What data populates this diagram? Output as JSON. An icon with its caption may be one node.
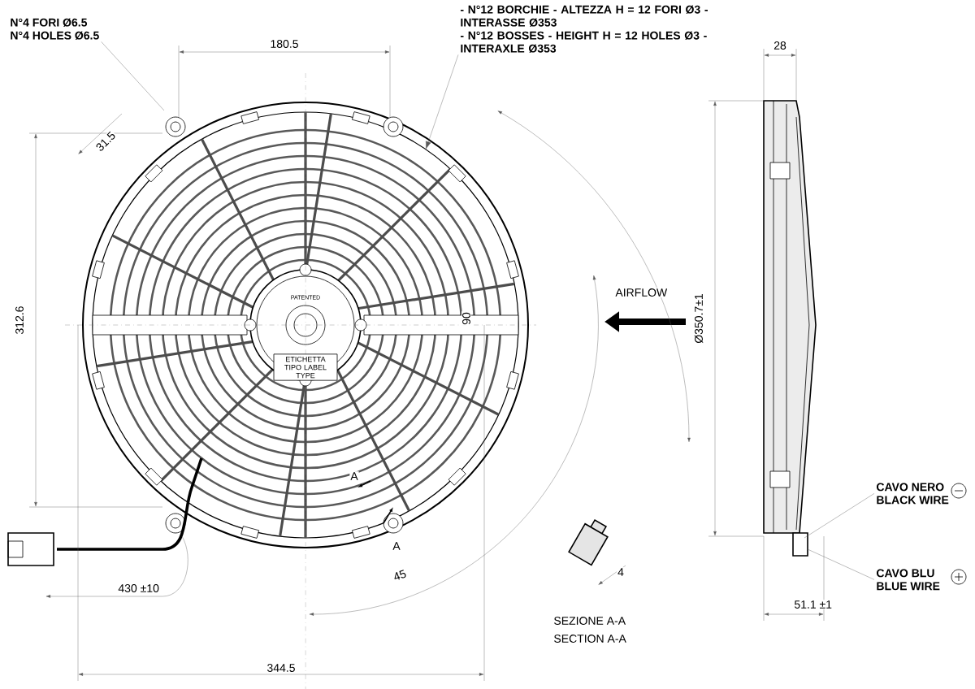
{
  "diagram": {
    "nodes": [
      {
        "text": [
          "N°4 FORI Ø6.5",
          "N°4 HOLES Ø6.5"
        ]
      },
      {
        "text": [
          "- N°12 BORCHIE - ALTEZZA H = 12 FORI Ø3 - INTERASSE Ø353",
          "- N°12 BOSSES - HEIGHT H = 12 HOLES Ø3 - INTERAXLE Ø353"
        ]
      },
      {
        "text": [
          "CAVO NERO",
          "BLACK WIRE"
        ]
      },
      {
        "text": [
          "CAVO BLU",
          "BLUE WIRE"
        ]
      },
      {
        "text": [
          "ETICHETTA TIPO LABEL TYPE"
        ]
      }
    ],
    "edges": [
      {
        "from": 0,
        "to": null,
        "arrow": "none"
      },
      {
        "from": 1,
        "to": null,
        "arrow": "to"
      },
      {
        "from": 2,
        "to": null,
        "arrow": "none"
      },
      {
        "from": 3,
        "to": null,
        "arrow": "none"
      }
    ],
    "labels": [
      "180.5",
      "31.5",
      "312.6",
      "PATENTED",
      "90",
      "AIRFLOW",
      "Ø350.7±1",
      "28",
      "A",
      "A",
      "45",
      "430 ±10",
      "4",
      "SEZIONE A-A",
      "SECTION A-A",
      "51.1 ±1",
      "344.5"
    ]
  }
}
